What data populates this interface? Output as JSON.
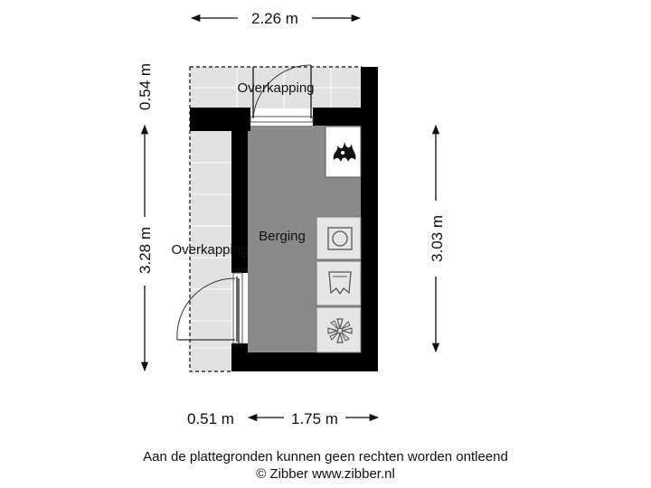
{
  "dimensions": {
    "top_width": "2.26 m",
    "left_top_height": "0.54 m",
    "left_height": "3.28 m",
    "right_height": "3.03 m",
    "bottom_left": "0.51 m",
    "bottom_width": "1.75 m"
  },
  "rooms": {
    "canopy_top": "Overkapping",
    "canopy_left": "Overkapping",
    "storage": "Berging"
  },
  "icons": {
    "boiler": "flame-icon",
    "dryer": "dryer-icon",
    "washer": "washing-machine-icon",
    "fan": "fan-icon"
  },
  "colors": {
    "wall": "#000000",
    "floor": "#8a8a8a",
    "canopy": "#e2e2e2",
    "appliance": "#e6e6e6"
  },
  "footer": {
    "disclaimer": "Aan de plattegronden kunnen geen rechten worden ontleend",
    "copyright": "© Zibber www.zibber.nl"
  }
}
